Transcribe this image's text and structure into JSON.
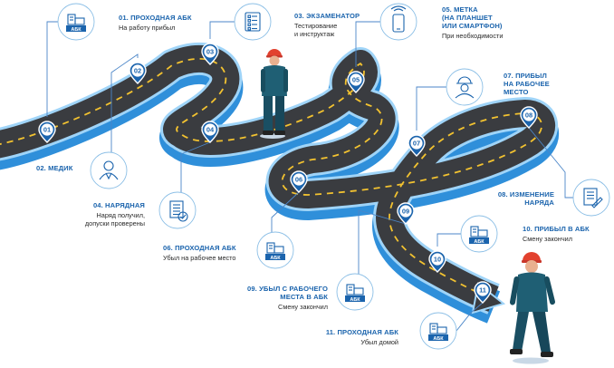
{
  "icon_abk_text": "АБК",
  "colors": {
    "accent": "#1b64ad",
    "road": "#3a3c40",
    "road_edge": "#3b9fe6",
    "marking": "#f2c230",
    "helmet": "#e2412e",
    "worker": "#1f5f74"
  },
  "steps": [
    {
      "id": "01",
      "title": "01. ПРОХОДНАЯ АБК",
      "subtitle": "На работу прибыл",
      "icon": "abk-building-icon"
    },
    {
      "id": "02",
      "title": "02. МЕДИК",
      "subtitle": "",
      "icon": "medic-icon"
    },
    {
      "id": "03",
      "title": "03. ЭКЗАМЕНАТОР",
      "subtitle": "Тестирование\nи инструктаж",
      "icon": "examiner-icon"
    },
    {
      "id": "04",
      "title": "04. НАРЯДНАЯ",
      "subtitle": "Наряд получил,\nдопуски проверены",
      "icon": "work-order-icon"
    },
    {
      "id": "05",
      "title": "05. МЕТКА\n(НА ПЛАНШЕТ\nИЛИ СМАРТФОН)",
      "subtitle": "При необходимости",
      "icon": "smartphone-icon"
    },
    {
      "id": "06",
      "title": "06. ПРОХОДНАЯ АБК",
      "subtitle": "Убыл на рабочее место",
      "icon": "abk-building-icon"
    },
    {
      "id": "07",
      "title": "07. ПРИБЫЛ\nНА РАБОЧЕЕ\nМЕСТО",
      "subtitle": "",
      "icon": "worker-helmet-icon"
    },
    {
      "id": "08",
      "title": "08. ИЗМЕНЕНИЕ\nНАРЯДА",
      "subtitle": "",
      "icon": "edit-document-icon"
    },
    {
      "id": "09",
      "title": "09. УБЫЛ С РАБОЧЕГО\nМЕСТА В АБК",
      "subtitle": "Смену закончил",
      "icon": "abk-building-icon"
    },
    {
      "id": "10",
      "title": "10. ПРИБЫЛ В АБК",
      "subtitle": "Смену закончил",
      "icon": "abk-building-icon"
    },
    {
      "id": "11",
      "title": "11. ПРОХОДНАЯ АБК",
      "subtitle": "Убыл домой",
      "icon": "abk-building-icon"
    }
  ]
}
